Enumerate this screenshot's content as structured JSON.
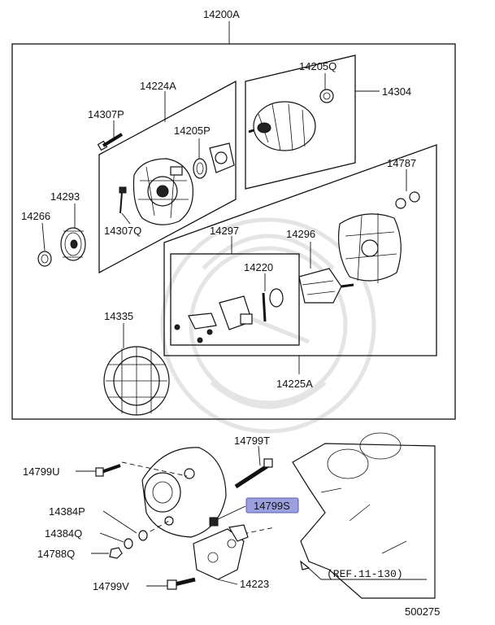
{
  "labels": {
    "l14200A": "14200A",
    "l14224A": "14224A",
    "l14307P": "14307P",
    "l14205P": "14205P",
    "l14293": "14293",
    "l14266": "14266",
    "l14307Q": "14307Q",
    "l14205Q": "14205Q",
    "l14304": "14304",
    "l14787": "14787",
    "l14297": "14297",
    "l14296": "14296",
    "l14220": "14220",
    "l14335": "14335",
    "l14225A": "14225A",
    "l14799T": "14799T",
    "l14799U": "14799U",
    "l14384P": "14384P",
    "l14384Q": "14384Q",
    "l14788Q": "14788Q",
    "l14799S": "14799S",
    "l14799V": "14799V",
    "l14223": "14223",
    "ref": "(REF.11-130)",
    "code": "500275"
  },
  "highlight": {
    "label": "14799S",
    "color": "#9c9fdd"
  }
}
